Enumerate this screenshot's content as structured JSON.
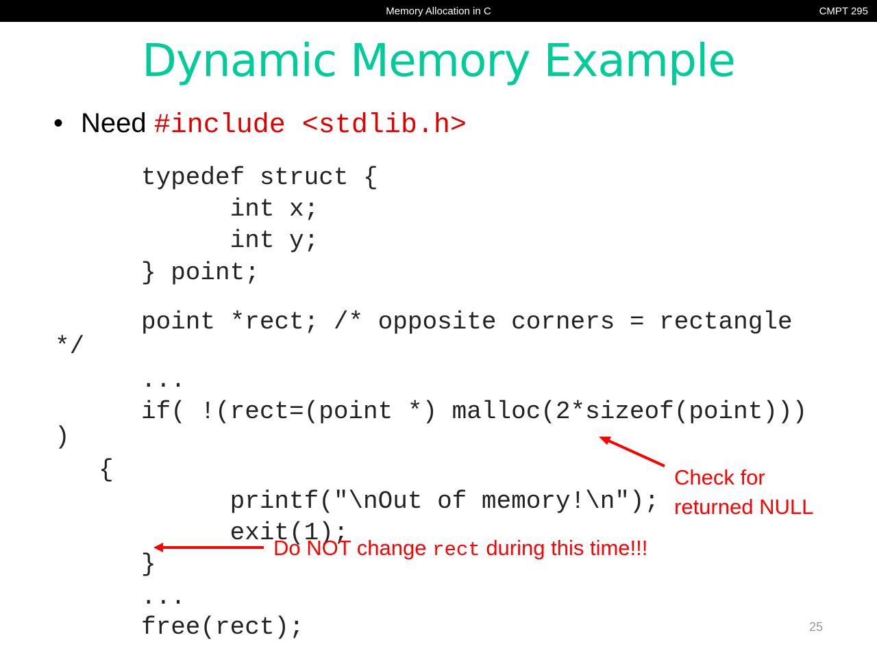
{
  "header": {
    "center": "Memory Allocation in C",
    "right": "CMPT 295"
  },
  "title": "Dynamic Memory Example",
  "bullet": {
    "text": "Need",
    "code": "#include <stdlib.h>"
  },
  "code_lines": [
    "typedef struct {",
    "      int x;",
    "      int y;",
    "} point;",
    "point *rect; /* opposite corners = rectangle",
    "*/",
    "...",
    "if( !(rect=(point *) malloc(2*sizeof(point)))",
    ")",
    "{",
    "      printf(\"\\nOut of memory!\\n\");",
    "      exit(1);",
    "}",
    "...",
    "free(rect);"
  ],
  "annotations": {
    "check_line1": "Check for",
    "check_line2": "returned NULL",
    "donot_pre": "Do NOT change",
    "donot_code": "rect",
    "donot_post": "during this time!!!"
  },
  "page_number": "25",
  "colors": {
    "title": "#00cc99",
    "annotation": "#ff0000"
  }
}
